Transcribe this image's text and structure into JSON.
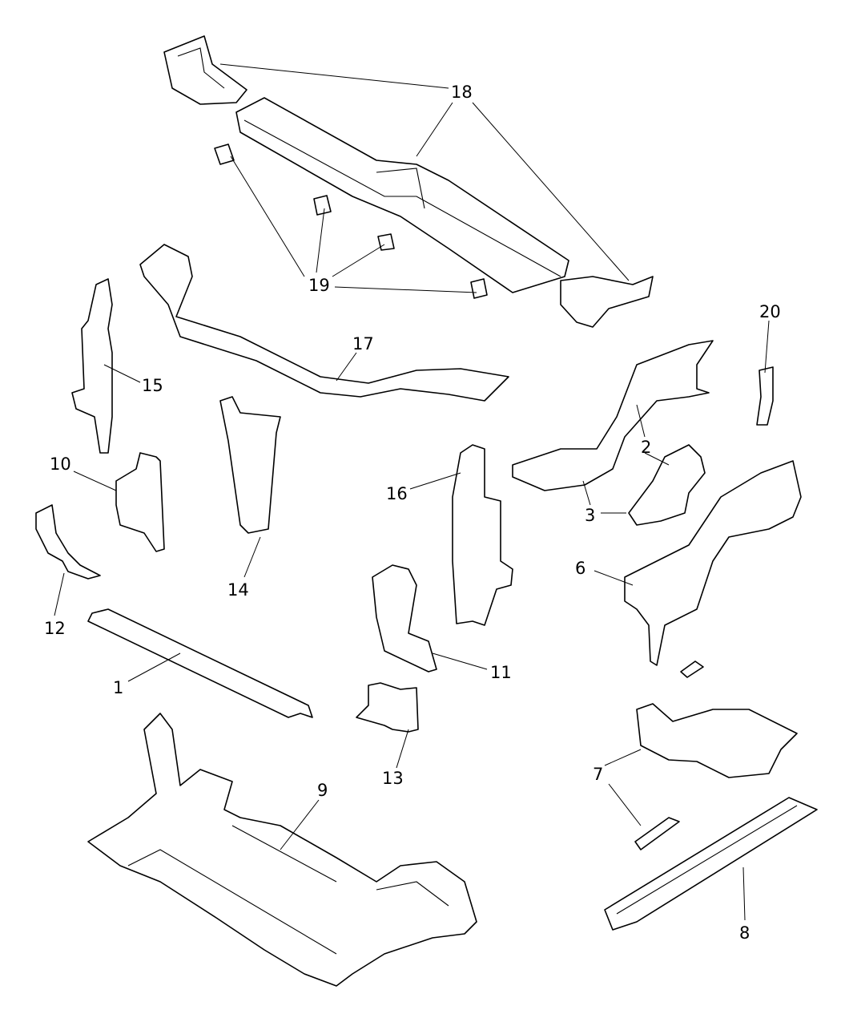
{
  "diagram": {
    "type": "exploded-parts-diagram",
    "line_color": "#000000",
    "background": "#ffffff",
    "callouts": {
      "c1": "1",
      "c2": "2",
      "c3": "3",
      "c6": "6",
      "c7": "7",
      "c8": "8",
      "c9": "9",
      "c10": "10",
      "c11": "11",
      "c12": "12",
      "c13": "13",
      "c14": "14",
      "c15": "15",
      "c16": "16",
      "c17": "17",
      "c18": "18",
      "c19": "19",
      "c20": "20"
    }
  }
}
